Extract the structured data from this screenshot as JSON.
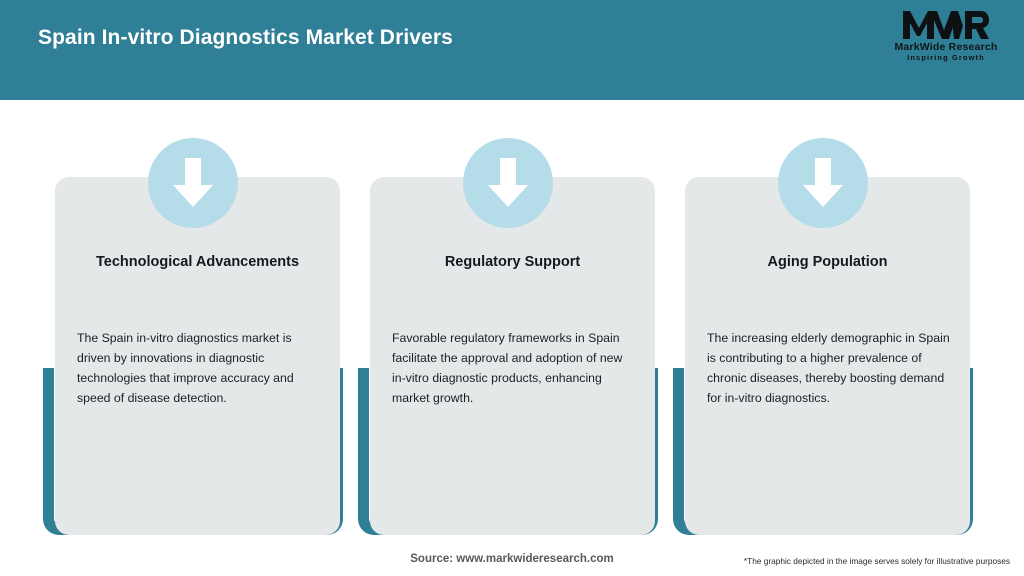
{
  "header": {
    "title": "Spain In-vitro Diagnostics Market Drivers",
    "background_color": "#2f7f96",
    "title_color": "#ffffff"
  },
  "logo": {
    "mark": "MWR",
    "name": "MarkWide Research",
    "tagline": "Inspiring Growth"
  },
  "theme": {
    "accent": "#2f7f96",
    "card_background": "#e4e8e9",
    "icon_circle": "#b5dce9",
    "icon_arrow": "#ffffff"
  },
  "cards": [
    {
      "icon": "down-arrow-icon",
      "title": "Technological Advancements",
      "body": "The Spain in-vitro diagnostics market is driven by innovations in diagnostic technologies that improve accuracy and speed of disease detection."
    },
    {
      "icon": "down-arrow-icon",
      "title": "Regulatory Support",
      "body": "Favorable regulatory frameworks in Spain facilitate the approval and adoption of new in-vitro diagnostic products, enhancing market growth."
    },
    {
      "icon": "down-arrow-icon",
      "title": "Aging Population",
      "body": "The increasing elderly demographic in Spain is contributing to a higher prevalence of chronic diseases, thereby boosting demand for in-vitro diagnostics."
    }
  ],
  "footer": {
    "source": "Source: www.markwideresearch.com",
    "disclaimer": "*The graphic depicted in the image serves solely for illustrative purposes"
  }
}
